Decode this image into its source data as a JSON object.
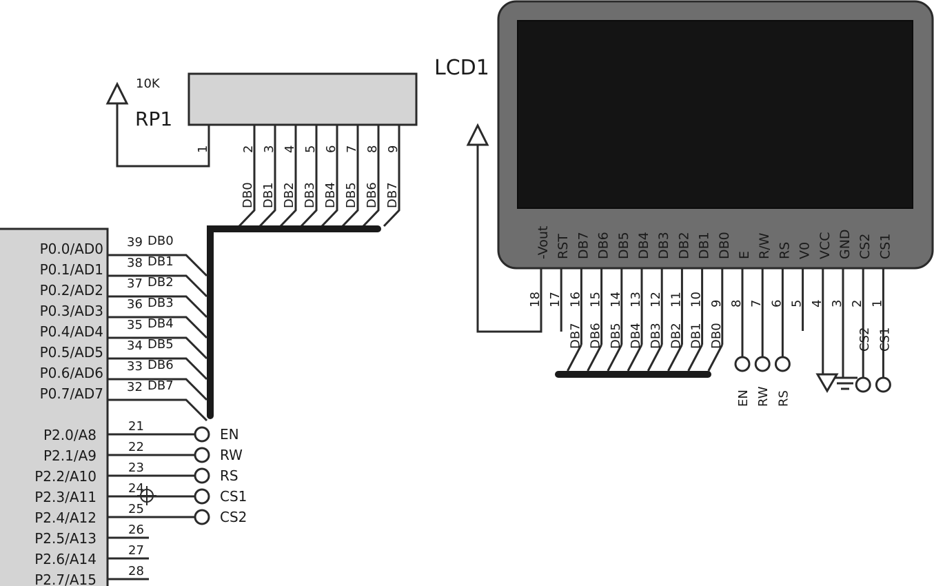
{
  "rp1": {
    "ref": "RP1",
    "value": "10K",
    "pins": [
      "1",
      "2",
      "3",
      "4",
      "5",
      "6",
      "7",
      "8",
      "9"
    ],
    "nets": [
      "DB0",
      "DB1",
      "DB2",
      "DB3",
      "DB4",
      "DB5",
      "DB6",
      "DB7"
    ]
  },
  "lcd": {
    "ref": "LCD1",
    "pin_names": [
      "-Vout",
      "RST",
      "DB7",
      "DB6",
      "DB5",
      "DB4",
      "DB3",
      "DB2",
      "DB1",
      "DB0",
      "E",
      "R/W",
      "RS",
      "V0",
      "VCC",
      "GND",
      "CS2",
      "CS1"
    ],
    "pin_numbers": [
      "18",
      "17",
      "16",
      "15",
      "14",
      "13",
      "12",
      "11",
      "10",
      "9",
      "8",
      "7",
      "6",
      "5",
      "4",
      "3",
      "2",
      "1"
    ],
    "bus_nets": [
      "DB7",
      "DB6",
      "DB5",
      "DB4",
      "DB3",
      "DB2",
      "DB1",
      "DB0"
    ],
    "term_nets": [
      "EN",
      "RW",
      "RS"
    ],
    "cs_nets": [
      "CS2",
      "CS1"
    ]
  },
  "mcu": {
    "p0_pins": [
      {
        "name": "P0.0/AD0",
        "num": "39",
        "net": "DB0"
      },
      {
        "name": "P0.1/AD1",
        "num": "38",
        "net": "DB1"
      },
      {
        "name": "P0.2/AD2",
        "num": "37",
        "net": "DB2"
      },
      {
        "name": "P0.3/AD3",
        "num": "36",
        "net": "DB3"
      },
      {
        "name": "P0.4/AD4",
        "num": "35",
        "net": "DB4"
      },
      {
        "name": "P0.5/AD5",
        "num": "34",
        "net": "DB5"
      },
      {
        "name": "P0.6/AD6",
        "num": "33",
        "net": "DB6"
      },
      {
        "name": "P0.7/AD7",
        "num": "32",
        "net": "DB7"
      }
    ],
    "p2_pins": [
      {
        "name": "P2.0/A8",
        "num": "21",
        "net": "EN"
      },
      {
        "name": "P2.1/A9",
        "num": "22",
        "net": "RW"
      },
      {
        "name": "P2.2/A10",
        "num": "23",
        "net": "RS"
      },
      {
        "name": "P2.3/A11",
        "num": "24",
        "net": "CS1"
      },
      {
        "name": "P2.4/A12",
        "num": "25",
        "net": "CS2"
      },
      {
        "name": "P2.5/A13",
        "num": "26",
        "net": ""
      },
      {
        "name": "P2.6/A14",
        "num": "27",
        "net": ""
      },
      {
        "name": "P2.7/A15",
        "num": "28",
        "net": ""
      }
    ]
  },
  "colors": {
    "wire": "#2a2a2a",
    "bus": "#1a1a1a",
    "component_fill": "#d4d4d4",
    "lcd_body": "#6e6e6e",
    "lcd_screen": "#141414"
  }
}
